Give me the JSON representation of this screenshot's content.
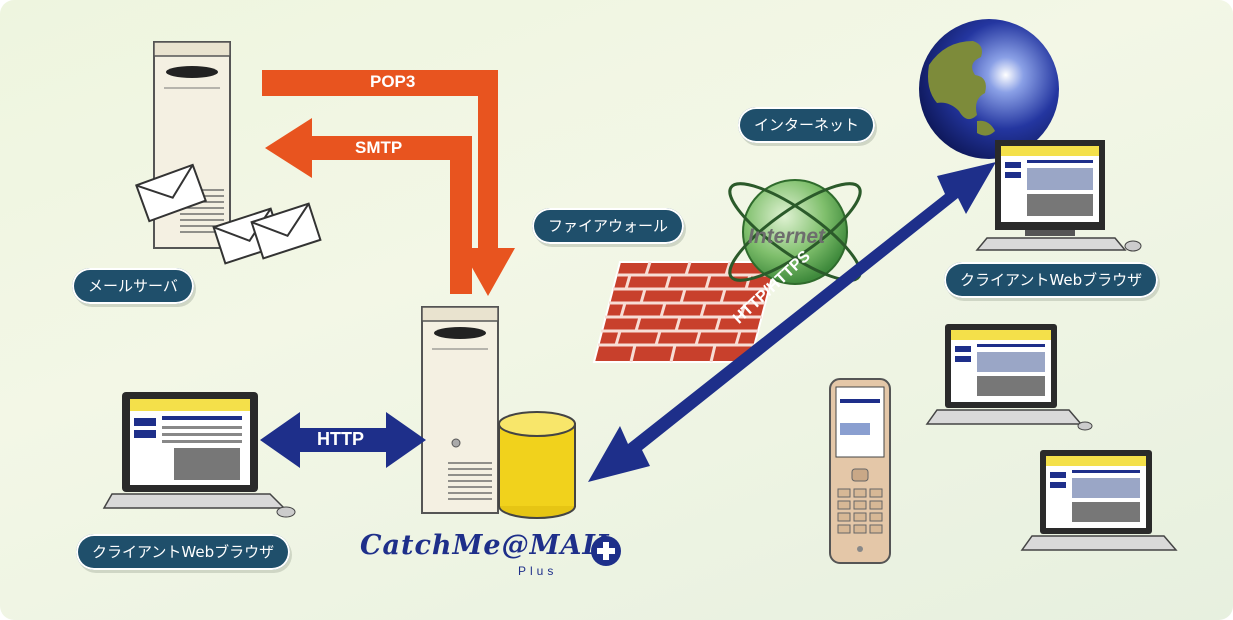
{
  "labels": {
    "mail_server": "メールサーバ",
    "client_left": "クライアントWebブラウザ",
    "firewall": "ファイアウォール",
    "internet": "インターネット",
    "client_right": "クライアントWebブラウザ"
  },
  "arrows": {
    "pop3": "POP3",
    "smtp": "SMTP",
    "http": "HTTP",
    "https": "HTTP/HTTPS"
  },
  "globe_text": "Internet",
  "logo": {
    "main": "CatchMe@MAIL",
    "sub": "Plus"
  },
  "colors": {
    "orange_arrow": "#e8541f",
    "blue_arrow": "#1e2f8a",
    "label_bg": "#1f4f6b",
    "brick": "#c8402c",
    "db_yellow": "#f1d21c"
  },
  "icons": [
    "mail-server-icon",
    "envelope-icon",
    "web-server-icon",
    "database-icon",
    "firewall-icon",
    "internet-globe-icon",
    "world-globe-icon",
    "laptop-icon",
    "desktop-pc-icon",
    "mobile-phone-icon"
  ]
}
